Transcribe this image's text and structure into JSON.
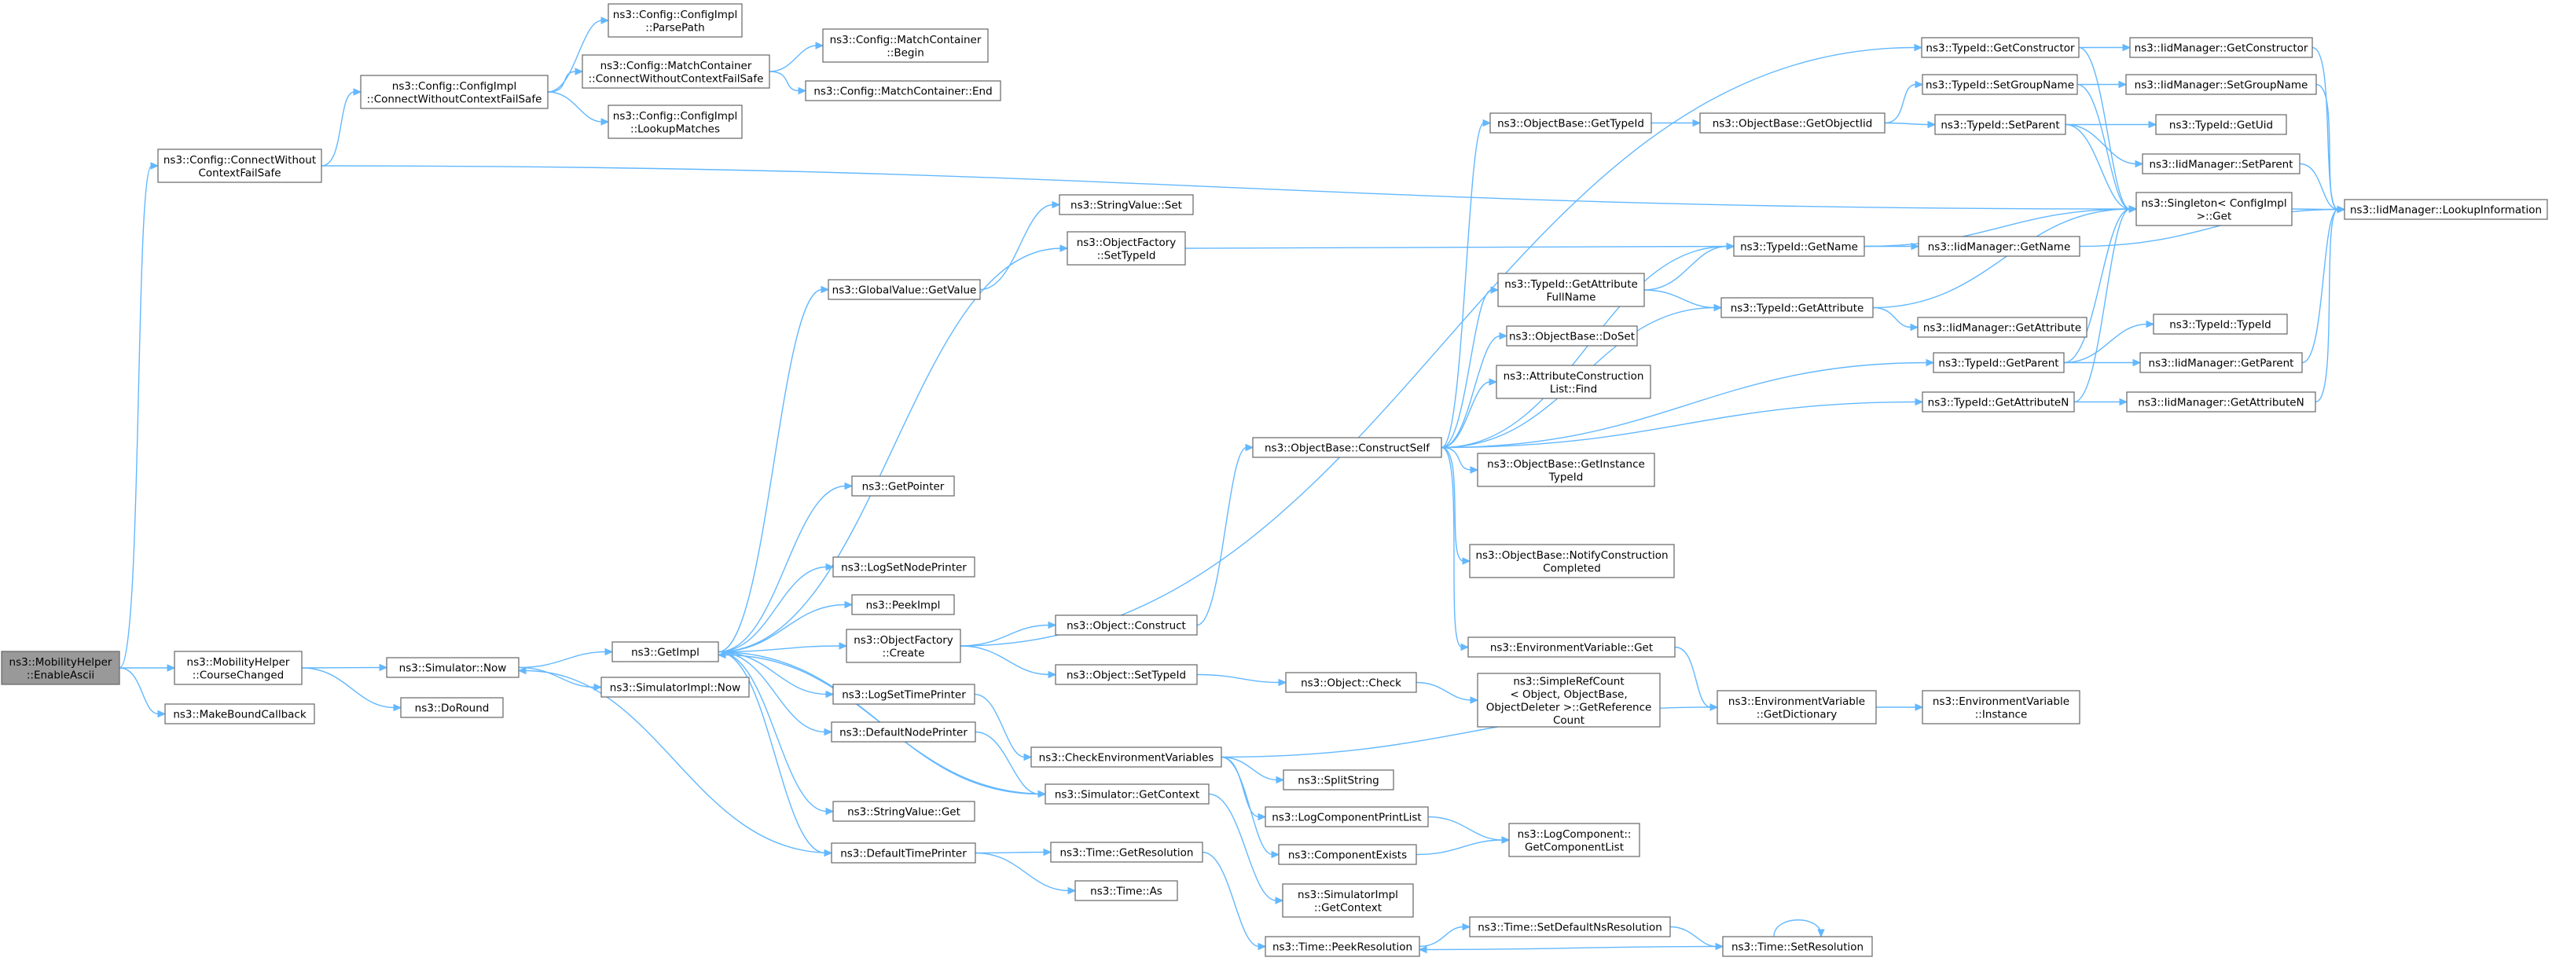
{
  "graph": {
    "title": "",
    "nodes": [
      {
        "id": "root",
        "label": [
          "ns3::MobilityHelper",
          "::EnableAscii"
        ],
        "root": true
      },
      {
        "id": "ccwcfs",
        "label": [
          "ns3::Config::ConnectWithout",
          "ContextFailSafe"
        ]
      },
      {
        "id": "cccwcfs",
        "label": [
          "ns3::Config::ConfigImpl",
          "::ConnectWithoutContextFailSafe"
        ]
      },
      {
        "id": "parsepath",
        "label": [
          "ns3::Config::ConfigImpl",
          "::ParsePath"
        ]
      },
      {
        "id": "mcconnect",
        "label": [
          "ns3::Config::MatchContainer",
          "::ConnectWithoutContextFailSafe"
        ]
      },
      {
        "id": "lookup",
        "label": [
          "ns3::Config::ConfigImpl",
          "::LookupMatches"
        ]
      },
      {
        "id": "mcbegin",
        "label": [
          "ns3::Config::MatchContainer",
          "::Begin"
        ]
      },
      {
        "id": "mcend",
        "label": [
          "ns3::Config::MatchContainer::End"
        ]
      },
      {
        "id": "coursechanged",
        "label": [
          "ns3::MobilityHelper",
          "::CourseChanged"
        ]
      },
      {
        "id": "makebound",
        "label": [
          "ns3::MakeBoundCallback"
        ]
      },
      {
        "id": "simnow",
        "label": [
          "ns3::Simulator::Now"
        ]
      },
      {
        "id": "doround",
        "label": [
          "ns3::DoRound"
        ]
      },
      {
        "id": "getimpl",
        "label": [
          "ns3::GetImpl"
        ]
      },
      {
        "id": "simimplnow",
        "label": [
          "ns3::SimulatorImpl::Now"
        ]
      },
      {
        "id": "gvgetvalue",
        "label": [
          "ns3::GlobalValue::GetValue"
        ]
      },
      {
        "id": "getpointer",
        "label": [
          "ns3::GetPointer"
        ]
      },
      {
        "id": "logsetnode",
        "label": [
          "ns3::LogSetNodePrinter"
        ]
      },
      {
        "id": "peekimpl",
        "label": [
          "ns3::PeekImpl"
        ]
      },
      {
        "id": "ofcreate",
        "label": [
          "ns3::ObjectFactory",
          "::Create"
        ]
      },
      {
        "id": "logsettime",
        "label": [
          "ns3::LogSetTimePrinter"
        ]
      },
      {
        "id": "defnodeprinter",
        "label": [
          "ns3::DefaultNodePrinter"
        ]
      },
      {
        "id": "svget",
        "label": [
          "ns3::StringValue::Get"
        ]
      },
      {
        "id": "deftimeprinter",
        "label": [
          "ns3::DefaultTimePrinter"
        ]
      },
      {
        "id": "svset",
        "label": [
          "ns3::StringValue::Set"
        ]
      },
      {
        "id": "ofsettypeid",
        "label": [
          "ns3::ObjectFactory",
          "::SetTypeId"
        ]
      },
      {
        "id": "objconstruct",
        "label": [
          "ns3::Object::Construct"
        ]
      },
      {
        "id": "objsettypeid",
        "label": [
          "ns3::Object::SetTypeId"
        ]
      },
      {
        "id": "checkenv",
        "label": [
          "ns3::CheckEnvironmentVariables"
        ]
      },
      {
        "id": "simgetcontext",
        "label": [
          "ns3::Simulator::GetContext"
        ]
      },
      {
        "id": "timegetres",
        "label": [
          "ns3::Time::GetResolution"
        ]
      },
      {
        "id": "timeas",
        "label": [
          "ns3::Time::As"
        ]
      },
      {
        "id": "objcheck",
        "label": [
          "ns3::Object::Check"
        ]
      },
      {
        "id": "splitstring",
        "label": [
          "ns3::SplitString"
        ]
      },
      {
        "id": "logcompprint",
        "label": [
          "ns3::LogComponentPrintList"
        ]
      },
      {
        "id": "compexists",
        "label": [
          "ns3::ComponentExists"
        ]
      },
      {
        "id": "simimplgetctx",
        "label": [
          "ns3::SimulatorImpl",
          "::GetContext"
        ]
      },
      {
        "id": "peekres",
        "label": [
          "ns3::Time::PeekResolution"
        ]
      },
      {
        "id": "obgettypeid",
        "label": [
          "ns3::ObjectBase::GetTypeId"
        ]
      },
      {
        "id": "obconstructself",
        "label": [
          "ns3::ObjectBase::ConstructSelf"
        ]
      },
      {
        "id": "tidgetattrfull",
        "label": [
          "ns3::TypeId::GetAttribute",
          "FullName"
        ]
      },
      {
        "id": "obdoset",
        "label": [
          "ns3::ObjectBase::DoSet"
        ]
      },
      {
        "id": "attrconsfind",
        "label": [
          "ns3::AttributeConstruction",
          "List::Find"
        ]
      },
      {
        "id": "obgetinst",
        "label": [
          "ns3::ObjectBase::GetInstance",
          "TypeId"
        ]
      },
      {
        "id": "obnotify",
        "label": [
          "ns3::ObjectBase::NotifyConstruction",
          "Completed"
        ]
      },
      {
        "id": "envget",
        "label": [
          "ns3::EnvironmentVariable::Get"
        ]
      },
      {
        "id": "simplerefcount",
        "label": [
          "ns3::SimpleRefCount",
          "< Object, ObjectBase,",
          "ObjectDeleter >::GetReference",
          "Count"
        ]
      },
      {
        "id": "logcompgetlist",
        "label": [
          "ns3::LogComponent::",
          "GetComponentList"
        ]
      },
      {
        "id": "settdefns",
        "label": [
          "ns3::Time::SetDefaultNsResolution"
        ]
      },
      {
        "id": "timesetres",
        "label": [
          "ns3::Time::SetResolution"
        ]
      },
      {
        "id": "obgetobjectiid",
        "label": [
          "ns3::ObjectBase::GetObjectIid"
        ]
      },
      {
        "id": "tidgetname",
        "label": [
          "ns3::TypeId::GetName"
        ]
      },
      {
        "id": "tidgetattr",
        "label": [
          "ns3::TypeId::GetAttribute"
        ]
      },
      {
        "id": "envgetdict",
        "label": [
          "ns3::EnvironmentVariable",
          "::GetDictionary"
        ]
      },
      {
        "id": "envinstance",
        "label": [
          "ns3::EnvironmentVariable",
          "::Instance"
        ]
      },
      {
        "id": "tidgetcons",
        "label": [
          "ns3::TypeId::GetConstructor"
        ]
      },
      {
        "id": "tidsetgroup",
        "label": [
          "ns3::TypeId::SetGroupName"
        ]
      },
      {
        "id": "tidsetparent",
        "label": [
          "ns3::TypeId::SetParent"
        ]
      },
      {
        "id": "tidgetparent",
        "label": [
          "ns3::TypeId::GetParent"
        ]
      },
      {
        "id": "tidgetattrn",
        "label": [
          "ns3::TypeId::GetAttributeN"
        ]
      },
      {
        "id": "iidgetcons",
        "label": [
          "ns3::IidManager::GetConstructor"
        ]
      },
      {
        "id": "iidsetgroup",
        "label": [
          "ns3::IidManager::SetGroupName"
        ]
      },
      {
        "id": "tidgetuid",
        "label": [
          "ns3::TypeId::GetUid"
        ]
      },
      {
        "id": "iidsetparent",
        "label": [
          "ns3::IidManager::SetParent"
        ]
      },
      {
        "id": "singletonget",
        "label": [
          "ns3::Singleton< ConfigImpl",
          ">::Get"
        ]
      },
      {
        "id": "iidgetname",
        "label": [
          "ns3::IidManager::GetName"
        ]
      },
      {
        "id": "iidgetattr",
        "label": [
          "ns3::IidManager::GetAttribute"
        ]
      },
      {
        "id": "tidtypeid",
        "label": [
          "ns3::TypeId::TypeId"
        ]
      },
      {
        "id": "iidgetparent",
        "label": [
          "ns3::IidManager::GetParent"
        ]
      },
      {
        "id": "iidgetattrn",
        "label": [
          "ns3::IidManager::GetAttributeN"
        ]
      },
      {
        "id": "iidlookup",
        "label": [
          "ns3::IidManager::LookupInformation"
        ]
      }
    ],
    "edges": [
      [
        "root",
        "ccwcfs"
      ],
      [
        "root",
        "coursechanged"
      ],
      [
        "root",
        "makebound"
      ],
      [
        "ccwcfs",
        "cccwcfs"
      ],
      [
        "ccwcfs",
        "singletonget"
      ],
      [
        "cccwcfs",
        "parsepath"
      ],
      [
        "cccwcfs",
        "mcconnect"
      ],
      [
        "cccwcfs",
        "lookup"
      ],
      [
        "mcconnect",
        "mcbegin"
      ],
      [
        "mcconnect",
        "mcend"
      ],
      [
        "coursechanged",
        "simnow"
      ],
      [
        "coursechanged",
        "doround"
      ],
      [
        "simnow",
        "getimpl"
      ],
      [
        "simnow",
        "simimplnow"
      ],
      [
        "getimpl",
        "gvgetvalue"
      ],
      [
        "getimpl",
        "getpointer"
      ],
      [
        "getimpl",
        "logsetnode"
      ],
      [
        "getimpl",
        "peekimpl"
      ],
      [
        "getimpl",
        "ofcreate"
      ],
      [
        "getimpl",
        "logsettime"
      ],
      [
        "getimpl",
        "defnodeprinter"
      ],
      [
        "getimpl",
        "svget"
      ],
      [
        "getimpl",
        "deftimeprinter"
      ],
      [
        "getimpl",
        "ofsettypeid"
      ],
      [
        "getimpl",
        "simgetcontext"
      ],
      [
        "gvgetvalue",
        "svset"
      ],
      [
        "ofsettypeid",
        "tidgetname"
      ],
      [
        "ofcreate",
        "objconstruct"
      ],
      [
        "ofcreate",
        "objsettypeid"
      ],
      [
        "ofcreate",
        "tidgetcons"
      ],
      [
        "logsettime",
        "checkenv"
      ],
      [
        "defnodeprinter",
        "simgetcontext"
      ],
      [
        "deftimeprinter",
        "timegetres"
      ],
      [
        "deftimeprinter",
        "timeas"
      ],
      [
        "deftimeprinter",
        "simnow"
      ],
      [
        "simgetcontext",
        "getimpl"
      ],
      [
        "simgetcontext",
        "simimplgetctx"
      ],
      [
        "timegetres",
        "peekres"
      ],
      [
        "objconstruct",
        "obconstructself"
      ],
      [
        "objsettypeid",
        "objcheck"
      ],
      [
        "objcheck",
        "simplerefcount"
      ],
      [
        "checkenv",
        "splitstring"
      ],
      [
        "checkenv",
        "logcompprint"
      ],
      [
        "checkenv",
        "compexists"
      ],
      [
        "checkenv",
        "envgetdict"
      ],
      [
        "logcompprint",
        "logcompgetlist"
      ],
      [
        "compexists",
        "logcompgetlist"
      ],
      [
        "peekres",
        "settdefns"
      ],
      [
        "settdefns",
        "timesetres"
      ],
      [
        "timesetres",
        "peekres"
      ],
      [
        "timesetres",
        "timesetres"
      ],
      [
        "obconstructself",
        "obgettypeid"
      ],
      [
        "obconstructself",
        "tidgetname"
      ],
      [
        "obconstructself",
        "tidgetattrfull"
      ],
      [
        "obconstructself",
        "obdoset"
      ],
      [
        "obconstructself",
        "attrconsfind"
      ],
      [
        "obconstructself",
        "tidgetattr"
      ],
      [
        "obconstructself",
        "obgetinst"
      ],
      [
        "obconstructself",
        "obnotify"
      ],
      [
        "obconstructself",
        "envget"
      ],
      [
        "obconstructself",
        "tidgetparent"
      ],
      [
        "obconstructself",
        "tidgetattrn"
      ],
      [
        "obgettypeid",
        "obgetobjectiid"
      ],
      [
        "obgetobjectiid",
        "tidsetgroup"
      ],
      [
        "obgetobjectiid",
        "tidsetparent"
      ],
      [
        "tidgetattrfull",
        "tidgetname"
      ],
      [
        "tidgetattrfull",
        "tidgetattr"
      ],
      [
        "envget",
        "envgetdict"
      ],
      [
        "envgetdict",
        "envinstance"
      ],
      [
        "tidgetname",
        "iidgetname"
      ],
      [
        "tidgetname",
        "singletonget"
      ],
      [
        "tidgetattr",
        "iidgetattr"
      ],
      [
        "tidgetattr",
        "singletonget"
      ],
      [
        "tidgetcons",
        "iidgetcons"
      ],
      [
        "tidgetcons",
        "singletonget"
      ],
      [
        "tidsetgroup",
        "iidsetgroup"
      ],
      [
        "tidsetgroup",
        "singletonget"
      ],
      [
        "tidsetparent",
        "tidgetuid"
      ],
      [
        "tidsetparent",
        "iidsetparent"
      ],
      [
        "tidsetparent",
        "singletonget"
      ],
      [
        "tidgetparent",
        "tidtypeid"
      ],
      [
        "tidgetparent",
        "iidgetparent"
      ],
      [
        "tidgetparent",
        "singletonget"
      ],
      [
        "tidgetattrn",
        "iidgetattrn"
      ],
      [
        "tidgetattrn",
        "singletonget"
      ],
      [
        "iidgetcons",
        "iidlookup"
      ],
      [
        "iidsetgroup",
        "iidlookup"
      ],
      [
        "iidsetparent",
        "iidlookup"
      ],
      [
        "iidgetname",
        "iidlookup"
      ],
      [
        "iidgetparent",
        "iidlookup"
      ],
      [
        "iidgetattrn",
        "iidlookup"
      ],
      [
        "singletonget",
        "iidlookup"
      ]
    ]
  }
}
